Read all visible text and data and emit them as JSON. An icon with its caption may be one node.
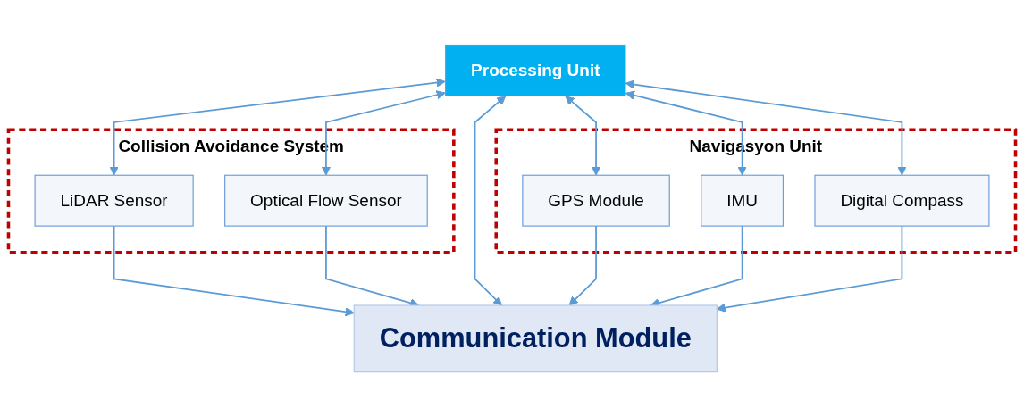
{
  "diagram": {
    "nodes": [
      {
        "text": [
          "Collision Avoidance System"
        ]
      },
      {
        "text": [
          "LiDAR Sensor"
        ],
        "in": 0
      },
      {
        "text": [
          "Optical Flow Sensor"
        ],
        "in": 0
      },
      {
        "text": [
          "Processing Unit"
        ]
      },
      {
        "text": [
          "Navigasyon Unit"
        ]
      },
      {
        "text": [
          "GPS Module"
        ],
        "in": 4
      },
      {
        "text": [
          "IMU"
        ],
        "in": 4
      },
      {
        "text": [
          "Digital Compass"
        ],
        "in": 4
      },
      {
        "text": [
          "Communication Module"
        ]
      }
    ],
    "edges": [
      {
        "from": 3,
        "to": 1,
        "arrow": "both"
      },
      {
        "from": 3,
        "to": 2,
        "arrow": "both"
      },
      {
        "from": 3,
        "to": 5,
        "arrow": "both"
      },
      {
        "from": 3,
        "to": 6,
        "arrow": "both"
      },
      {
        "from": 3,
        "to": 7,
        "arrow": "both"
      },
      {
        "from": 1,
        "to": 8,
        "arrow": "to"
      },
      {
        "from": 2,
        "to": 8,
        "arrow": "to"
      },
      {
        "from": 3,
        "to": 8,
        "arrow": "both"
      },
      {
        "from": 5,
        "to": 8,
        "arrow": "to"
      },
      {
        "from": 6,
        "to": 8,
        "arrow": "to"
      },
      {
        "from": 7,
        "to": 8,
        "arrow": "to"
      }
    ]
  }
}
